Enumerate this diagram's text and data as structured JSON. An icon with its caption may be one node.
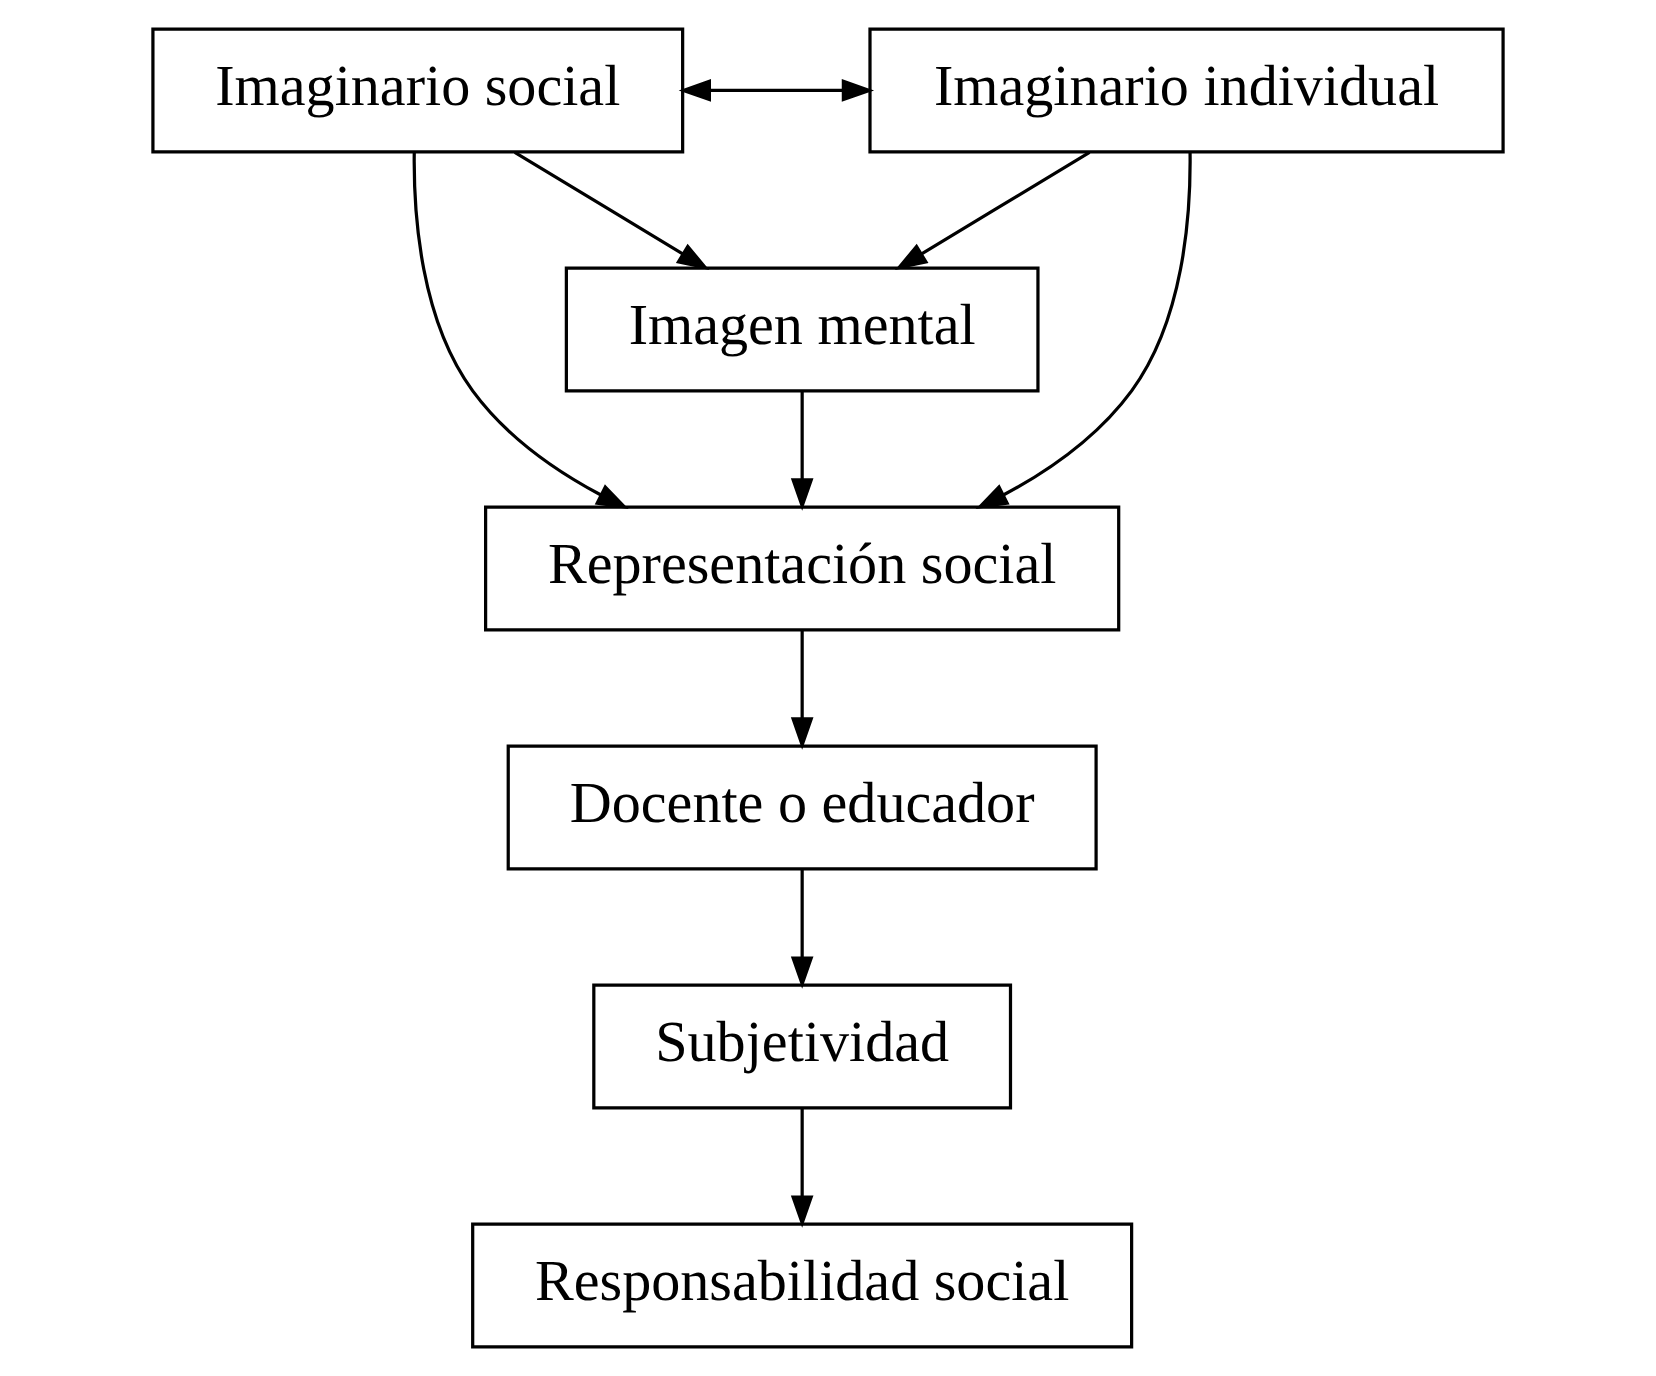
{
  "diagram": {
    "nodes": [
      {
        "text": [
          "Imaginario social"
        ]
      },
      {
        "text": [
          "Imaginario individual"
        ]
      },
      {
        "text": [
          "Imagen mental"
        ]
      },
      {
        "text": [
          "Representación social"
        ]
      },
      {
        "text": [
          "Docente o educador"
        ]
      },
      {
        "text": [
          "Subjetividad"
        ]
      },
      {
        "text": [
          "Responsabilidad social"
        ]
      }
    ],
    "edges": [
      {
        "from": 0,
        "to": 1,
        "arrow": "both"
      },
      {
        "from": 0,
        "to": 2,
        "arrow": "to"
      },
      {
        "from": 1,
        "to": 2,
        "arrow": "to"
      },
      {
        "from": 2,
        "to": 3,
        "arrow": "to"
      },
      {
        "from": 0,
        "to": 3,
        "arrow": "to"
      },
      {
        "from": 1,
        "to": 3,
        "arrow": "to"
      },
      {
        "from": 3,
        "to": 4,
        "arrow": "to"
      },
      {
        "from": 4,
        "to": 5,
        "arrow": "to"
      },
      {
        "from": 5,
        "to": 6,
        "arrow": "to"
      }
    ]
  }
}
